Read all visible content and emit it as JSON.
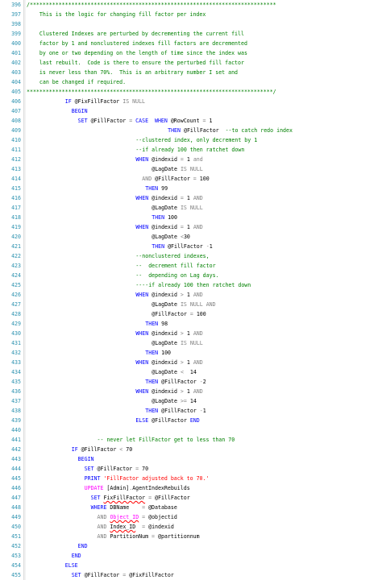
{
  "editor": {
    "lines": [
      {
        "n": "396",
        "indent": 0,
        "tokens": [
          {
            "t": "cm",
            "v": "/*****************************************************************************"
          }
        ]
      },
      {
        "n": "397",
        "indent": 4,
        "tokens": [
          {
            "t": "cm",
            "v": "This is the logic for changing fill factor per index"
          }
        ]
      },
      {
        "n": "398",
        "indent": 0,
        "tokens": []
      },
      {
        "n": "399",
        "indent": 4,
        "tokens": [
          {
            "t": "cm",
            "v": "Clustered Indexes are perturbed by decrementing the current fill"
          }
        ]
      },
      {
        "n": "400",
        "indent": 4,
        "tokens": [
          {
            "t": "cm",
            "v": "factor by 1 and nonclustered indexes fill factors are decremented"
          }
        ]
      },
      {
        "n": "401",
        "indent": 4,
        "tokens": [
          {
            "t": "cm",
            "v": "by one or two depending on the length of time since the index was"
          }
        ]
      },
      {
        "n": "402",
        "indent": 4,
        "tokens": [
          {
            "t": "cm",
            "v": "last rebuilt.  Code is there to ensure the perturbed fill factor"
          }
        ]
      },
      {
        "n": "403",
        "indent": 4,
        "tokens": [
          {
            "t": "cm",
            "v": "is never less than 70%.  This is an arbitrary number I set and"
          }
        ]
      },
      {
        "n": "404",
        "indent": 4,
        "tokens": [
          {
            "t": "cm",
            "v": "can be changed if required."
          }
        ]
      },
      {
        "n": "405",
        "indent": 0,
        "tokens": [
          {
            "t": "cm",
            "v": "*****************************************************************************/"
          }
        ]
      },
      {
        "n": "406",
        "indent": 12,
        "tokens": [
          {
            "t": "kw",
            "v": "IF "
          },
          {
            "t": "var",
            "v": "@FixFillFactor "
          },
          {
            "t": "op",
            "v": "IS NULL"
          }
        ]
      },
      {
        "n": "407",
        "indent": 14,
        "tokens": [
          {
            "t": "kw",
            "v": "BEGIN"
          }
        ]
      },
      {
        "n": "408",
        "indent": 16,
        "tokens": [
          {
            "t": "kw",
            "v": "SET "
          },
          {
            "t": "var",
            "v": "@FillFactor "
          },
          {
            "t": "op",
            "v": "= "
          },
          {
            "t": "kw",
            "v": "CASE  WHEN "
          },
          {
            "t": "var",
            "v": "@RowCount "
          },
          {
            "t": "op",
            "v": "= "
          },
          {
            "t": "num",
            "v": "1"
          }
        ]
      },
      {
        "n": "409",
        "indent": 44,
        "tokens": [
          {
            "t": "kw",
            "v": "THEN "
          },
          {
            "t": "var",
            "v": "@FillFactor  "
          },
          {
            "t": "cm",
            "v": "--to catch redo index"
          }
        ]
      },
      {
        "n": "410",
        "indent": 34,
        "tokens": [
          {
            "t": "cm",
            "v": "--clustered index, only decrement by 1"
          }
        ]
      },
      {
        "n": "411",
        "indent": 34,
        "tokens": [
          {
            "t": "cm",
            "v": "--if already 100 then ratchet down"
          }
        ]
      },
      {
        "n": "412",
        "indent": 34,
        "tokens": [
          {
            "t": "kw",
            "v": "WHEN "
          },
          {
            "t": "var",
            "v": "@indexid "
          },
          {
            "t": "op",
            "v": "= "
          },
          {
            "t": "num",
            "v": "1 "
          },
          {
            "t": "op",
            "v": "and"
          }
        ]
      },
      {
        "n": "413",
        "indent": 39,
        "tokens": [
          {
            "t": "var",
            "v": "@LagDate "
          },
          {
            "t": "op",
            "v": "IS NULL"
          }
        ]
      },
      {
        "n": "414",
        "indent": 36,
        "tokens": [
          {
            "t": "op",
            "v": "AND "
          },
          {
            "t": "var",
            "v": "@FillFactor "
          },
          {
            "t": "op",
            "v": "= "
          },
          {
            "t": "num",
            "v": "100"
          }
        ]
      },
      {
        "n": "415",
        "indent": 37,
        "tokens": [
          {
            "t": "kw",
            "v": "THEN "
          },
          {
            "t": "num",
            "v": "99"
          }
        ]
      },
      {
        "n": "416",
        "indent": 34,
        "tokens": [
          {
            "t": "kw",
            "v": "WHEN "
          },
          {
            "t": "var",
            "v": "@indexid "
          },
          {
            "t": "op",
            "v": "= "
          },
          {
            "t": "num",
            "v": "1 "
          },
          {
            "t": "op",
            "v": "AND"
          }
        ]
      },
      {
        "n": "417",
        "indent": 39,
        "tokens": [
          {
            "t": "var",
            "v": "@LagDate "
          },
          {
            "t": "op",
            "v": "IS NULL"
          }
        ]
      },
      {
        "n": "418",
        "indent": 39,
        "tokens": [
          {
            "t": "kw",
            "v": "THEN "
          },
          {
            "t": "num",
            "v": "100"
          }
        ]
      },
      {
        "n": "419",
        "indent": 34,
        "tokens": [
          {
            "t": "kw",
            "v": "WHEN "
          },
          {
            "t": "var",
            "v": "@indexid "
          },
          {
            "t": "op",
            "v": "= "
          },
          {
            "t": "num",
            "v": "1 "
          },
          {
            "t": "op",
            "v": "AND"
          }
        ]
      },
      {
        "n": "420",
        "indent": 39,
        "tokens": [
          {
            "t": "var",
            "v": "@LagDate "
          },
          {
            "t": "op",
            "v": "<"
          },
          {
            "t": "num",
            "v": "30"
          }
        ]
      },
      {
        "n": "421",
        "indent": 39,
        "tokens": [
          {
            "t": "kw",
            "v": "THEN "
          },
          {
            "t": "var",
            "v": "@FillFactor "
          },
          {
            "t": "op",
            "v": "-"
          },
          {
            "t": "num",
            "v": "1"
          }
        ]
      },
      {
        "n": "422",
        "indent": 34,
        "tokens": [
          {
            "t": "cm",
            "v": "--nonclustered indexes,"
          }
        ]
      },
      {
        "n": "423",
        "indent": 34,
        "tokens": [
          {
            "t": "cm",
            "v": "--  decrement fill factor"
          }
        ]
      },
      {
        "n": "424",
        "indent": 34,
        "tokens": [
          {
            "t": "cm",
            "v": "--  depending on Lag days."
          }
        ]
      },
      {
        "n": "425",
        "indent": 34,
        "tokens": [
          {
            "t": "cm",
            "v": "----if already 100 then ratchet down"
          }
        ]
      },
      {
        "n": "426",
        "indent": 34,
        "tokens": [
          {
            "t": "kw",
            "v": "WHEN "
          },
          {
            "t": "var",
            "v": "@indexid "
          },
          {
            "t": "op",
            "v": "> "
          },
          {
            "t": "num",
            "v": "1 "
          },
          {
            "t": "op",
            "v": "AND"
          }
        ]
      },
      {
        "n": "427",
        "indent": 39,
        "tokens": [
          {
            "t": "var",
            "v": "@LagDate "
          },
          {
            "t": "op",
            "v": "IS NULL AND"
          }
        ]
      },
      {
        "n": "428",
        "indent": 39,
        "tokens": [
          {
            "t": "var",
            "v": "@FillFactor "
          },
          {
            "t": "op",
            "v": "= "
          },
          {
            "t": "num",
            "v": "100"
          }
        ]
      },
      {
        "n": "429",
        "indent": 37,
        "tokens": [
          {
            "t": "kw",
            "v": "THEN "
          },
          {
            "t": "num",
            "v": "98"
          }
        ]
      },
      {
        "n": "430",
        "indent": 34,
        "tokens": [
          {
            "t": "kw",
            "v": "WHEN "
          },
          {
            "t": "var",
            "v": "@indexid "
          },
          {
            "t": "op",
            "v": "> "
          },
          {
            "t": "num",
            "v": "1 "
          },
          {
            "t": "op",
            "v": "AND"
          }
        ]
      },
      {
        "n": "431",
        "indent": 39,
        "tokens": [
          {
            "t": "var",
            "v": "@LagDate "
          },
          {
            "t": "op",
            "v": "IS NULL"
          }
        ]
      },
      {
        "n": "432",
        "indent": 37,
        "tokens": [
          {
            "t": "kw",
            "v": "THEN "
          },
          {
            "t": "num",
            "v": "100"
          }
        ]
      },
      {
        "n": "433",
        "indent": 34,
        "tokens": [
          {
            "t": "kw",
            "v": "WHEN "
          },
          {
            "t": "var",
            "v": "@indexid "
          },
          {
            "t": "op",
            "v": "> "
          },
          {
            "t": "num",
            "v": "1 "
          },
          {
            "t": "op",
            "v": "AND"
          }
        ]
      },
      {
        "n": "434",
        "indent": 39,
        "tokens": [
          {
            "t": "var",
            "v": "@LagDate "
          },
          {
            "t": "op",
            "v": "<  "
          },
          {
            "t": "num",
            "v": "14"
          }
        ]
      },
      {
        "n": "435",
        "indent": 37,
        "tokens": [
          {
            "t": "kw",
            "v": "THEN "
          },
          {
            "t": "var",
            "v": "@FillFactor "
          },
          {
            "t": "op",
            "v": "-"
          },
          {
            "t": "num",
            "v": "2"
          }
        ]
      },
      {
        "n": "436",
        "indent": 34,
        "tokens": [
          {
            "t": "kw",
            "v": "WHEN "
          },
          {
            "t": "var",
            "v": "@indexid "
          },
          {
            "t": "op",
            "v": "> "
          },
          {
            "t": "num",
            "v": "1 "
          },
          {
            "t": "op",
            "v": "AND"
          }
        ]
      },
      {
        "n": "437",
        "indent": 39,
        "tokens": [
          {
            "t": "var",
            "v": "@LagDate "
          },
          {
            "t": "op",
            "v": ">= "
          },
          {
            "t": "num",
            "v": "14"
          }
        ]
      },
      {
        "n": "438",
        "indent": 37,
        "tokens": [
          {
            "t": "kw",
            "v": "THEN "
          },
          {
            "t": "var",
            "v": "@FillFactor "
          },
          {
            "t": "op",
            "v": "-"
          },
          {
            "t": "num",
            "v": "1"
          }
        ]
      },
      {
        "n": "439",
        "indent": 34,
        "tokens": [
          {
            "t": "kw",
            "v": "ELSE "
          },
          {
            "t": "var",
            "v": "@FillFactor "
          },
          {
            "t": "kw",
            "v": "END"
          }
        ]
      },
      {
        "n": "440",
        "indent": 0,
        "tokens": []
      },
      {
        "n": "441",
        "indent": 22,
        "tokens": [
          {
            "t": "cm",
            "v": "-- never let FillFactor get to less than 70"
          }
        ]
      },
      {
        "n": "442",
        "indent": 14,
        "tokens": [
          {
            "t": "kw",
            "v": "IF "
          },
          {
            "t": "var",
            "v": "@FillFactor "
          },
          {
            "t": "op",
            "v": "< "
          },
          {
            "t": "num",
            "v": "70"
          }
        ]
      },
      {
        "n": "443",
        "indent": 16,
        "tokens": [
          {
            "t": "kw",
            "v": "BEGIN"
          }
        ]
      },
      {
        "n": "444",
        "indent": 18,
        "tokens": [
          {
            "t": "kw",
            "v": "SET "
          },
          {
            "t": "var",
            "v": "@FillFactor "
          },
          {
            "t": "op",
            "v": "= "
          },
          {
            "t": "num",
            "v": "70"
          }
        ]
      },
      {
        "n": "445",
        "indent": 18,
        "tokens": [
          {
            "t": "kw",
            "v": "PRINT "
          },
          {
            "t": "str",
            "v": "'FillFactor adjusted back to 70.'"
          }
        ]
      },
      {
        "n": "446",
        "indent": 18,
        "tokens": [
          {
            "t": "fn",
            "v": "UPDATE "
          },
          {
            "t": "txt",
            "v": "[Admin]"
          },
          {
            "t": "op",
            "v": "."
          },
          {
            "t": "txt",
            "v": "AgentIndexRebuilds"
          }
        ]
      },
      {
        "n": "447",
        "indent": 20,
        "tokens": [
          {
            "t": "kw",
            "v": "SET "
          },
          {
            "t": "sq",
            "v": "FixFillFactor"
          },
          {
            "t": "op",
            "v": " = "
          },
          {
            "t": "var",
            "v": "@FillFactor"
          }
        ]
      },
      {
        "n": "448",
        "indent": 20,
        "tokens": [
          {
            "t": "kw",
            "v": "WHERE "
          },
          {
            "t": "txt",
            "v": "DBName    "
          },
          {
            "t": "op",
            "v": "= "
          },
          {
            "t": "var",
            "v": "@Database"
          }
        ]
      },
      {
        "n": "449",
        "indent": 22,
        "tokens": [
          {
            "t": "op",
            "v": "AND "
          },
          {
            "t": "ob",
            "v": "Object_ID"
          },
          {
            "t": "op",
            "v": " = "
          },
          {
            "t": "var",
            "v": "@objectid"
          }
        ]
      },
      {
        "n": "450",
        "indent": 22,
        "tokens": [
          {
            "t": "op",
            "v": "AND "
          },
          {
            "t": "sq",
            "v": "Index_ID"
          },
          {
            "t": "op",
            "v": "  = "
          },
          {
            "t": "var",
            "v": "@indexid"
          }
        ]
      },
      {
        "n": "451",
        "indent": 22,
        "tokens": [
          {
            "t": "op",
            "v": "AND "
          },
          {
            "t": "txt",
            "v": "PartitionNum "
          },
          {
            "t": "op",
            "v": "= "
          },
          {
            "t": "var",
            "v": "@partitionnum"
          }
        ]
      },
      {
        "n": "452",
        "indent": 16,
        "tokens": [
          {
            "t": "kw",
            "v": "END"
          }
        ]
      },
      {
        "n": "453",
        "indent": 14,
        "tokens": [
          {
            "t": "kw",
            "v": "END"
          }
        ]
      },
      {
        "n": "454",
        "indent": 12,
        "tokens": [
          {
            "t": "kw",
            "v": "ELSE"
          }
        ]
      },
      {
        "n": "455",
        "indent": 14,
        "tokens": [
          {
            "t": "kw",
            "v": "SET "
          },
          {
            "t": "var",
            "v": "@FillFactor "
          },
          {
            "t": "op",
            "v": "= "
          },
          {
            "t": "var",
            "v": "@FixFillFactor"
          }
        ]
      }
    ]
  }
}
